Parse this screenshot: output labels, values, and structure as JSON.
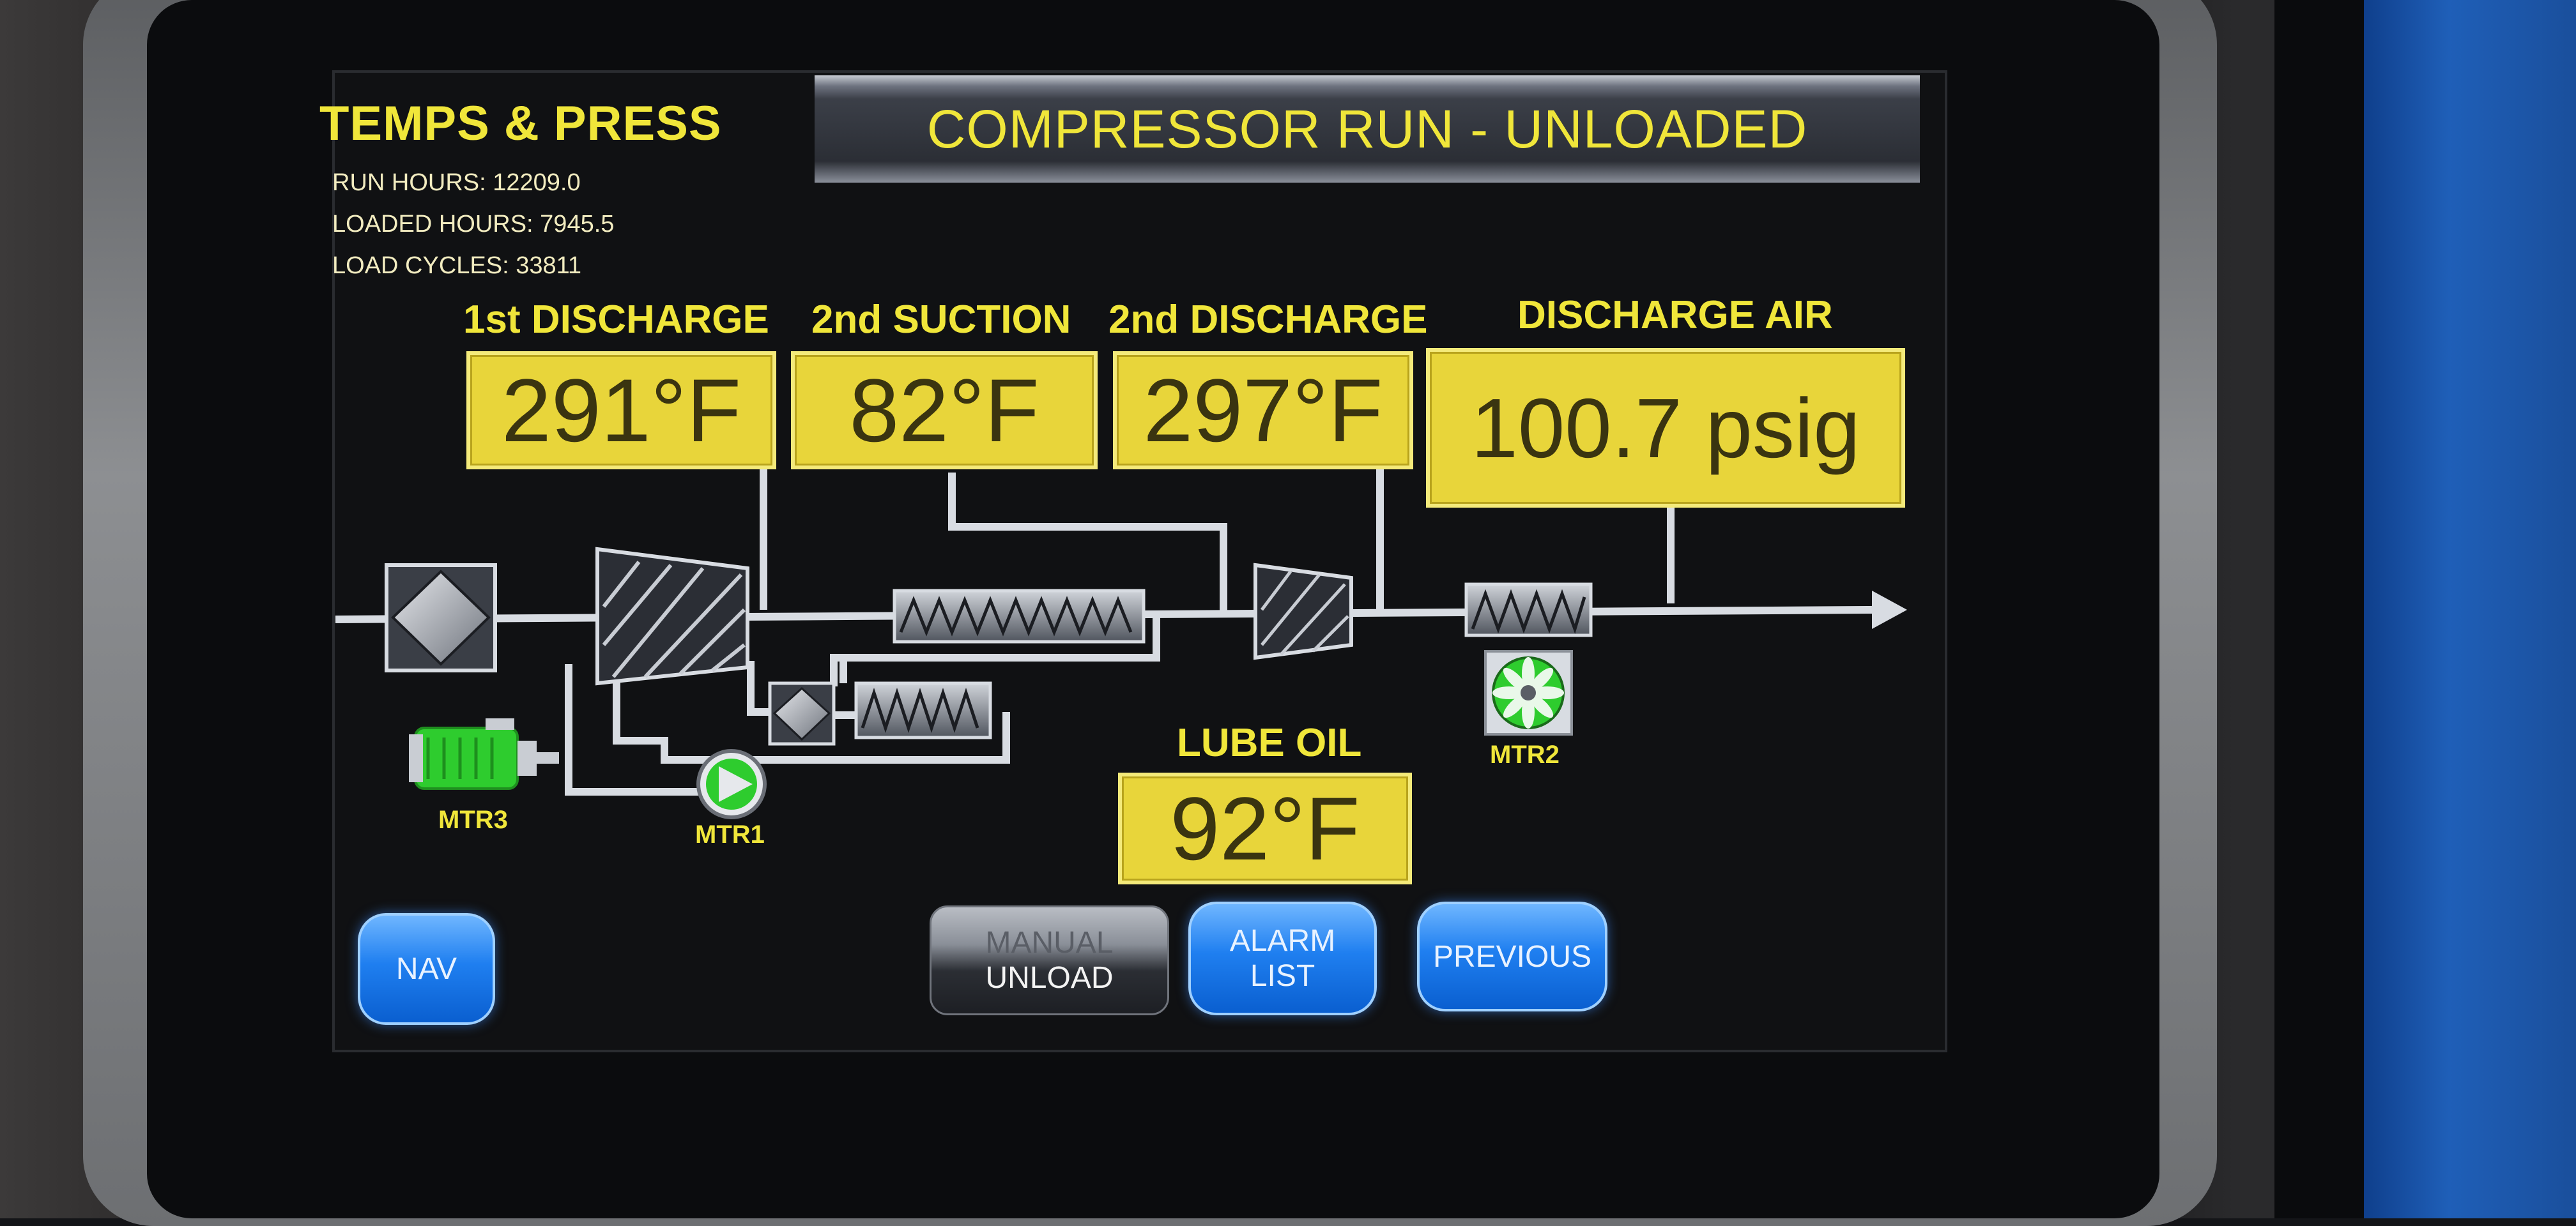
{
  "screen": {
    "title": "TEMPS & PRESS",
    "status": "COMPRESSOR RUN - UNLOADED",
    "stats": {
      "run_hours": "RUN HOURS: 12209.0",
      "loaded_hours": "LOADED HOURS: 7945.5",
      "load_cycles": "LOAD CYCLES: 33811"
    }
  },
  "sensors": {
    "first_discharge": {
      "label": "1st DISCHARGE",
      "value": "291°F"
    },
    "second_suction": {
      "label": "2nd SUCTION",
      "value": "82°F"
    },
    "second_discharge": {
      "label": "2nd DISCHARGE",
      "value": "297°F"
    },
    "discharge_air": {
      "label": "DISCHARGE AIR",
      "value": "100.7 psig"
    },
    "lube_oil": {
      "label": "LUBE OIL",
      "value": "92°F"
    }
  },
  "motors": {
    "mtr1": "MTR1",
    "mtr2": "MTR2",
    "mtr3": "MTR3"
  },
  "buttons": {
    "nav": "NAV",
    "manual_unload_line1": "MANUAL",
    "manual_unload_line2": "UNLOAD",
    "alarm_list_line1": "ALARM",
    "alarm_list_line2": "LIST",
    "previous": "PREVIOUS"
  },
  "colors": {
    "label_yellow": "#f0e63a",
    "value_box": "#e8d53a",
    "pipe": "#d8dce2",
    "button_blue": "#1f7ff0",
    "motor_green": "#2ecc2e"
  }
}
